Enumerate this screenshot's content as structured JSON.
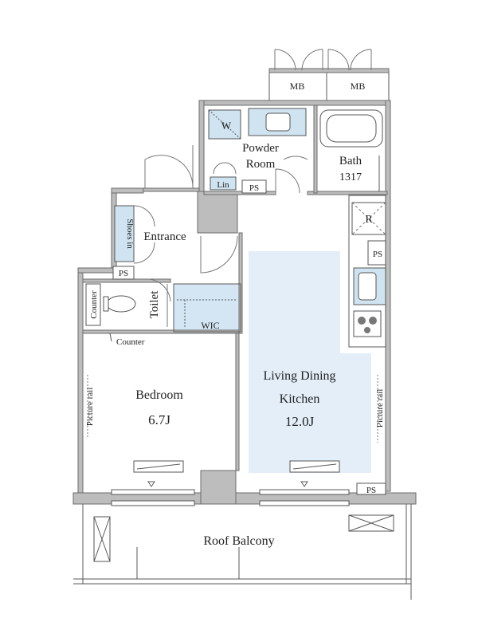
{
  "colors": {
    "wall": "#bdbdbd",
    "wall_stroke": "#6b6b6b",
    "ldk_fill": "#e3eef8",
    "wic_fill": "#d4e6f3",
    "fixture_blue": "#cfe3f1",
    "text": "#222222"
  },
  "rooms": {
    "mb_left": "MB",
    "mb_right": "MB",
    "w": "W",
    "powder_room_line1": "Powder",
    "powder_room_line2": "Room",
    "bath": "Bath",
    "bath_size": "1317",
    "lin": "Lin",
    "ps_powder": "PS",
    "refrigerator": "R",
    "ps_kitchen": "PS",
    "entrance": "Entrance",
    "shoes_in": "Shoes in",
    "ps_entrance": "PS",
    "counter_side": "Counter",
    "toilet": "Toilet",
    "wic": "WIC",
    "counter_bottom": "Counter",
    "bedroom": "Bedroom",
    "bedroom_size": "6.7J",
    "ldk_line1": "Living Dining",
    "ldk_line2": "Kitchen",
    "ldk_size": "12.0J",
    "picture_rail_left": "Picture rail",
    "picture_rail_right": "Picture rail",
    "ps_balcony": "PS",
    "roof_balcony": "Roof Balcony"
  }
}
